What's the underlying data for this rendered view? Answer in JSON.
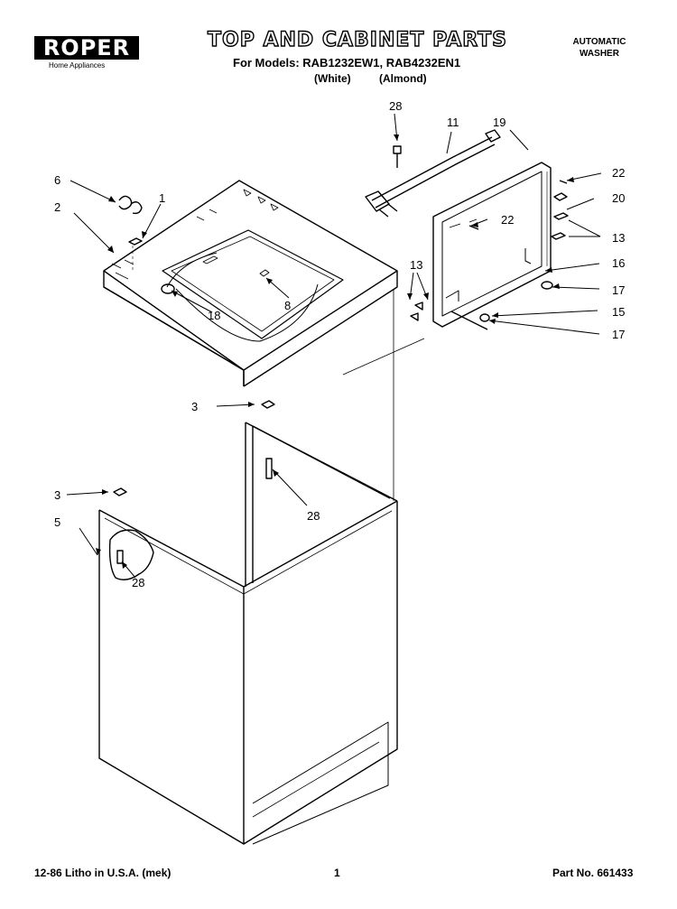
{
  "header": {
    "brand": "ROPER",
    "brand_sub": "Home Appliances",
    "title": "TOP AND CABINET PARTS",
    "models_line": "For Models: RAB1232EW1, RAB4232EN1",
    "color_white": "(White)",
    "color_almond": "(Almond)",
    "product_line1": "AUTOMATIC",
    "product_line2": "WASHER"
  },
  "callouts": {
    "c1": "1",
    "c2": "2",
    "c3a": "3",
    "c3b": "3",
    "c5": "5",
    "c6": "6",
    "c8": "8",
    "c11": "11",
    "c13a": "13",
    "c13b": "13",
    "c15": "15",
    "c16": "16",
    "c17a": "17",
    "c17b": "17",
    "c18": "18",
    "c19": "19",
    "c20": "20",
    "c22a": "22",
    "c22b": "22",
    "c28a": "28",
    "c28b": "28",
    "c28c": "28"
  },
  "footer": {
    "print_info": "12-86 Litho in U.S.A. (mek)",
    "page_number": "1",
    "part_number": "Part No. 661433"
  }
}
